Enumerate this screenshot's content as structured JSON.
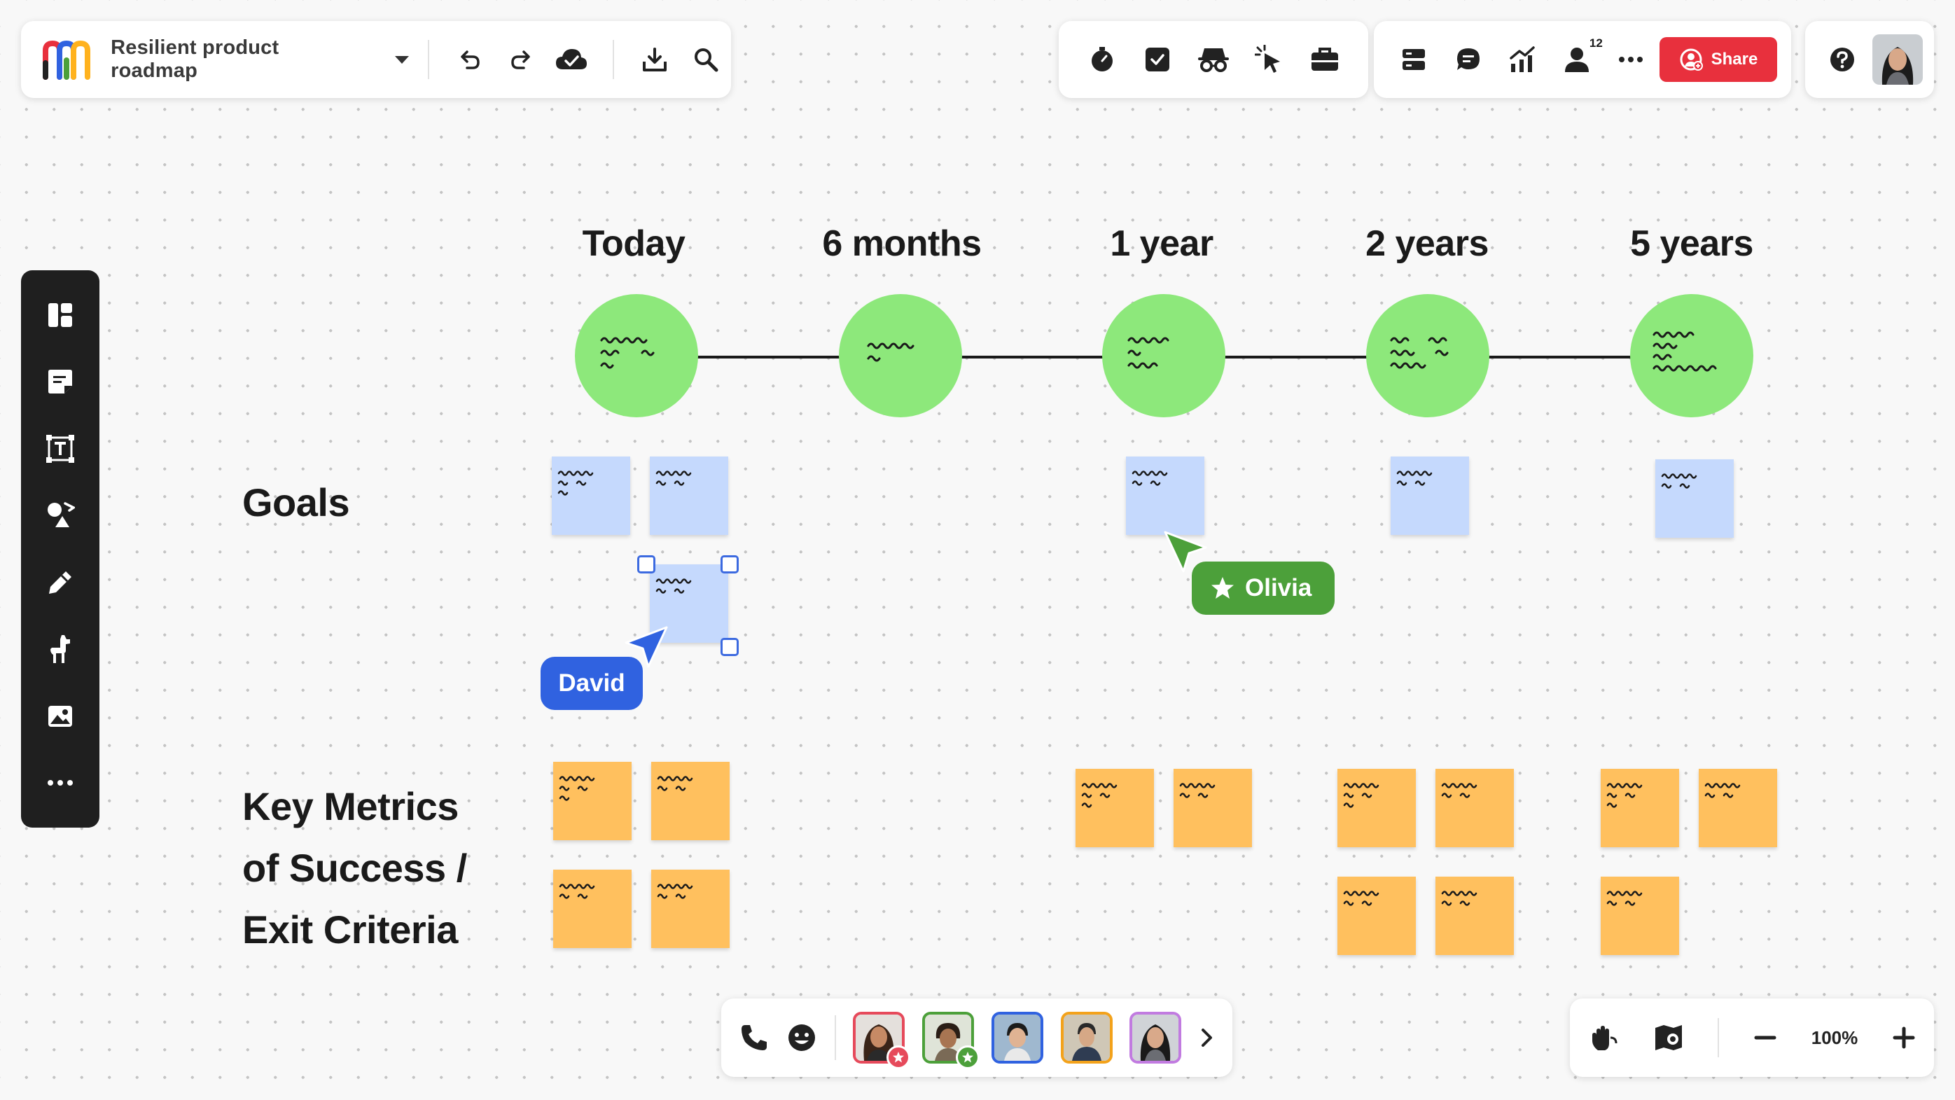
{
  "board": {
    "title": "Resilient product roadmap"
  },
  "header": {
    "share_label": "Share",
    "collaborator_count": "12"
  },
  "timeline": {
    "columns": [
      "Today",
      "6 months",
      "1 year",
      "2 years",
      "5 years"
    ]
  },
  "rows": {
    "goals_label": "Goals",
    "metrics_label_line1": "Key Metrics",
    "metrics_label_line2": "of Success /",
    "metrics_label_line3": "Exit Criteria"
  },
  "cursors": {
    "david": {
      "name": "David",
      "color": "#3062e0"
    },
    "olivia": {
      "name": "Olivia",
      "color": "#4ca03a"
    }
  },
  "zoom": {
    "level": "100%"
  },
  "colors": {
    "milestone": "#8de87b",
    "sticky_blue": "#c5d9fd",
    "sticky_orange": "#ffc05e",
    "share_red": "#e8303d",
    "toolbar_dark": "#1f1f1f"
  },
  "icons": {
    "left_toolbar": [
      "templates-icon",
      "sticky-note-icon",
      "text-icon",
      "shapes-icon",
      "pen-icon",
      "llama-icon",
      "image-icon",
      "more-icon"
    ],
    "top_collab": [
      "timer-icon",
      "voting-icon",
      "private-mode-icon",
      "attention-icon",
      "toolbox-icon"
    ],
    "top_share": [
      "layers-icon",
      "comments-icon",
      "activity-icon",
      "collaborators-icon",
      "more-icon"
    ]
  }
}
